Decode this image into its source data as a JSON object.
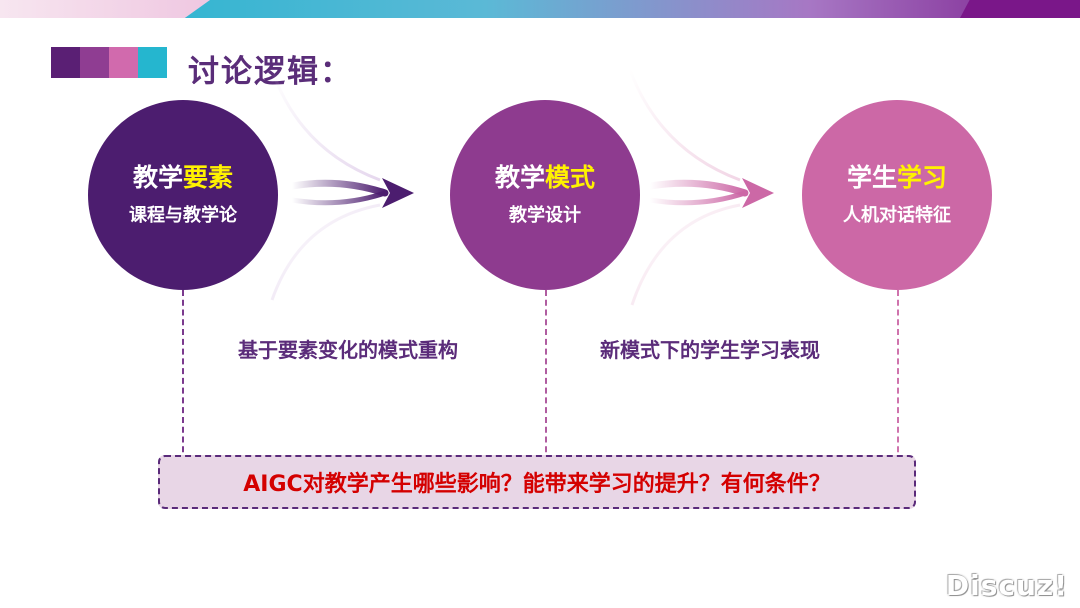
{
  "heading": "讨论逻辑：",
  "colors": {
    "deep_purple": "#4c1d6f",
    "mid_purple": "#8e3b8f",
    "pink": "#cc68a6",
    "highlight_yellow": "#fff200",
    "question_red": "#d40000"
  },
  "nodes": [
    {
      "title_main": "教学",
      "title_highlight": "要素",
      "subtitle": "课程与教学论"
    },
    {
      "title_main": "教学",
      "title_highlight": "模式",
      "subtitle": "教学设计"
    },
    {
      "title_main": "学生",
      "title_highlight": "学习",
      "subtitle": "人机对话特征"
    }
  ],
  "links": [
    {
      "label": "基于要素变化的模式重构"
    },
    {
      "label": "新模式下的学生学习表现"
    }
  ],
  "question": "AIGC对教学产生哪些影响？能带来学习的提升？有何条件？",
  "watermark": "Discuz!"
}
